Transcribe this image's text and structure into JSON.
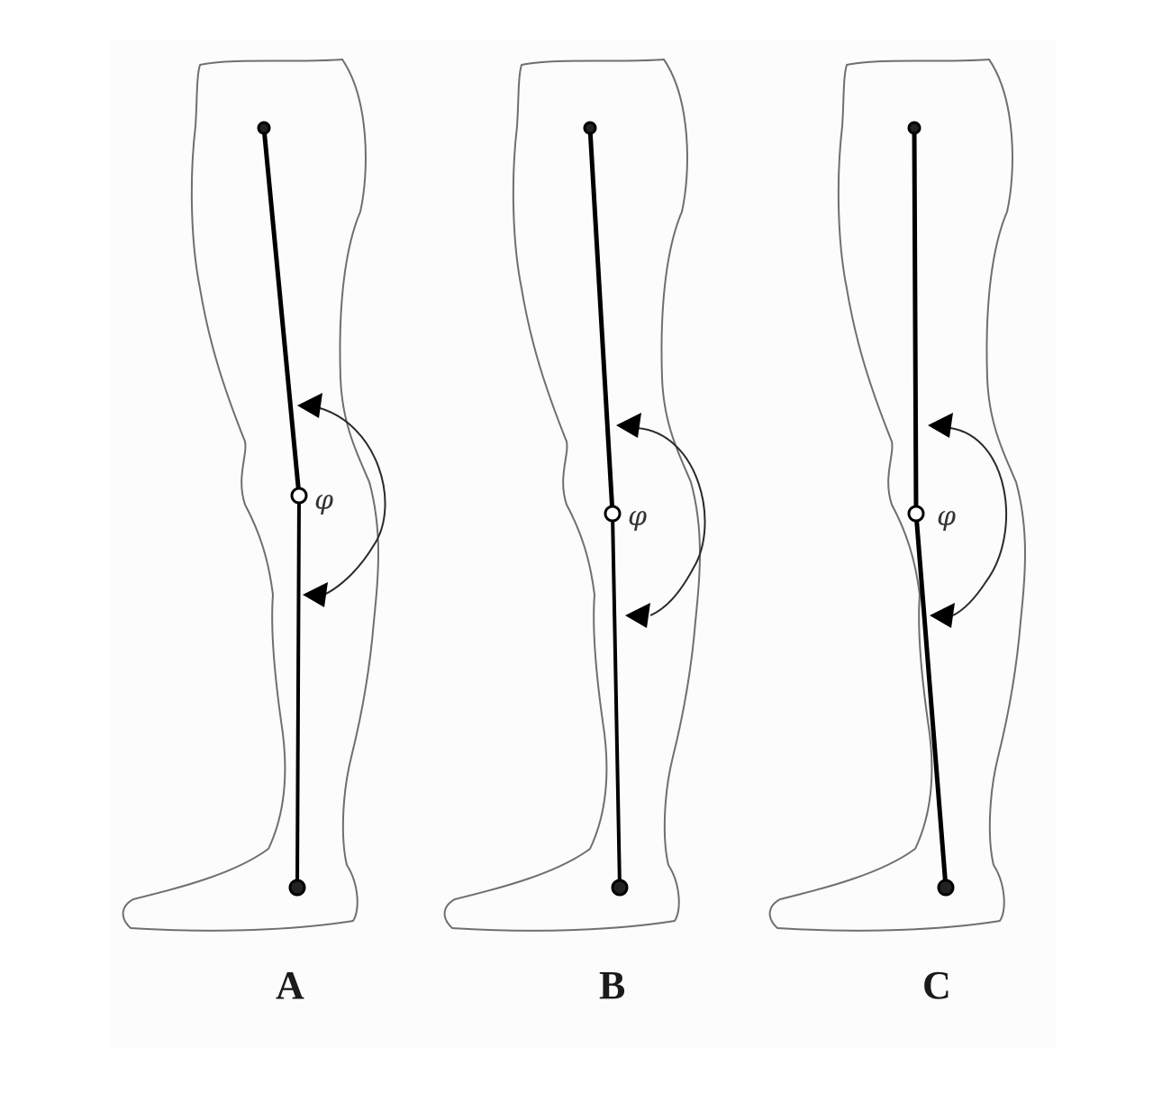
{
  "panels": [
    {
      "label": "A",
      "angle_symbol": "φ"
    },
    {
      "label": "B",
      "angle_symbol": "φ"
    },
    {
      "label": "C",
      "angle_symbol": "φ"
    }
  ]
}
